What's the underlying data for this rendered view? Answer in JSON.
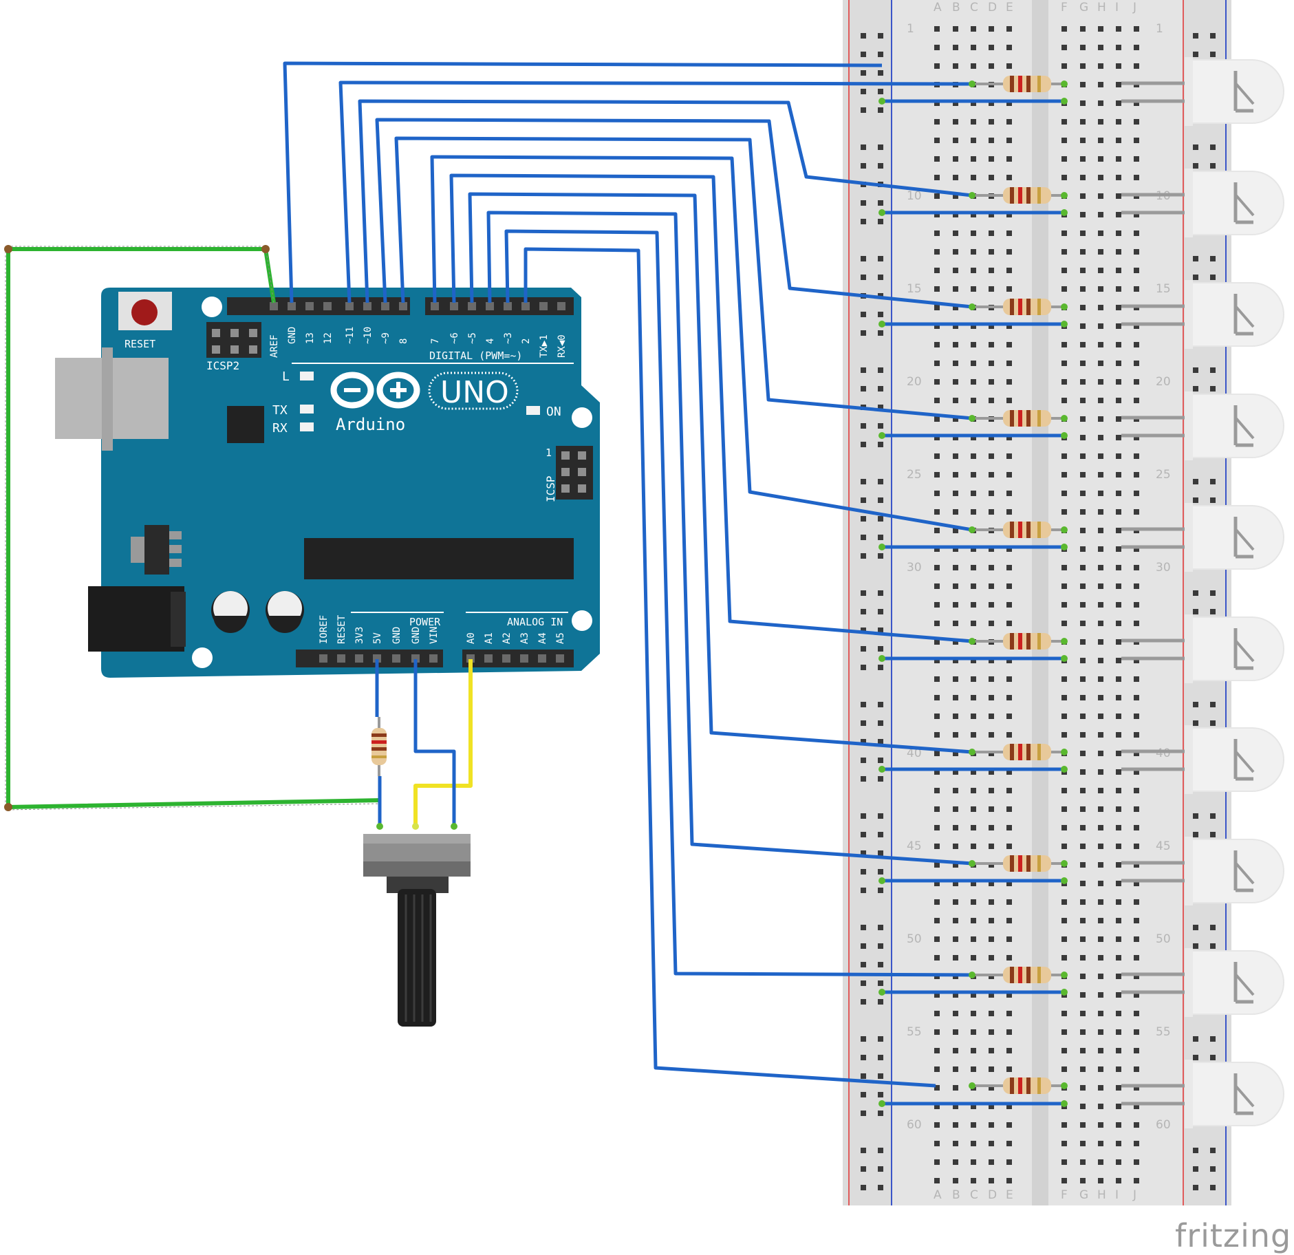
{
  "arduino": {
    "reset_label": "RESET",
    "icsp2_label": "ICSP2",
    "icsp_label": "ICSP",
    "icsp_pin1": "1",
    "led_l": "L",
    "led_tx": "TX",
    "led_rx": "RX",
    "led_on": "ON",
    "uno_label": "UNO",
    "brand_label": "Arduino",
    "digital_label": "DIGITAL (PWM=~)",
    "power_label": "POWER",
    "analog_label": "ANALOG IN",
    "top_pins": [
      "AREF",
      "GND",
      "13",
      "12",
      "~11",
      "~10",
      "~9",
      "8",
      "7",
      "~6",
      "~5",
      "4",
      "~3",
      "2",
      "TX▶1",
      "RX◀0"
    ],
    "bottom_pins": [
      "IOREF",
      "RESET",
      "3V3",
      "5V",
      "GND",
      "GND",
      "VIN",
      "A0",
      "A1",
      "A2",
      "A3",
      "A4",
      "A5"
    ]
  },
  "breadboard": {
    "columns_left": [
      "A",
      "B",
      "C",
      "D",
      "E"
    ],
    "columns_right": [
      "F",
      "G",
      "H",
      "I",
      "J"
    ],
    "row_numbers": [
      "1",
      "10",
      "15",
      "20",
      "25",
      "30",
      "40",
      "45",
      "50",
      "55",
      "60"
    ]
  },
  "colors": {
    "board": "#0f7497",
    "wire_blue": "#1f64c8",
    "wire_green": "#2db330",
    "wire_yellow": "#f0e224",
    "breadboard": "#e3e3e3",
    "rail_red": "#e05a5a",
    "rail_blue": "#3a55c8"
  },
  "components": {
    "led_count": 10,
    "resistor_count": 11
  },
  "watermark": "fritzing"
}
